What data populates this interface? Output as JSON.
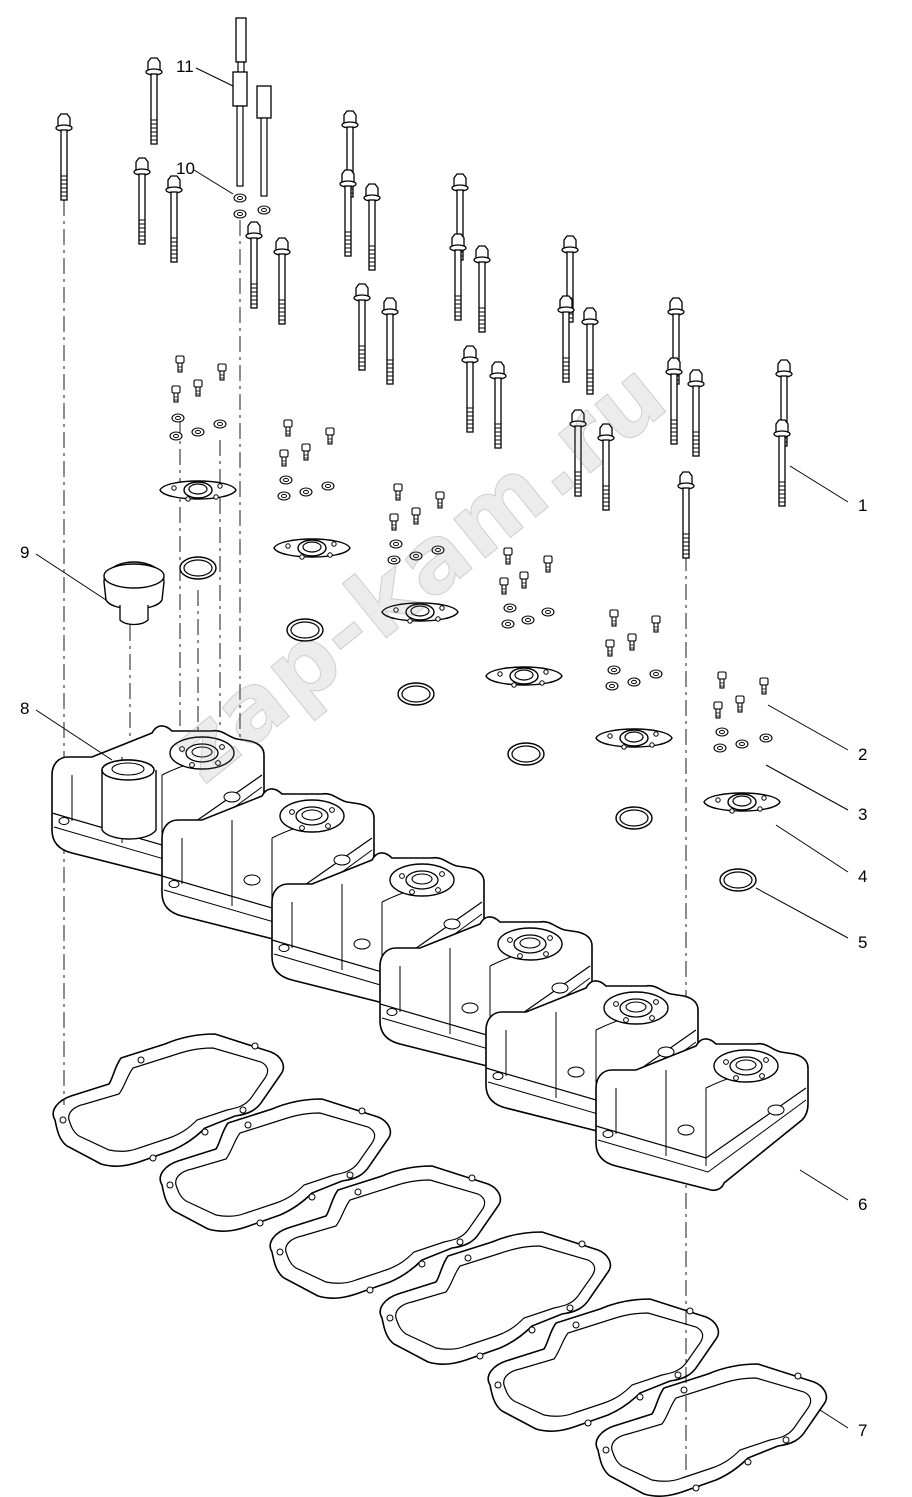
{
  "callouts": {
    "c1": "1",
    "c2": "2",
    "c3": "3",
    "c4": "4",
    "c5": "5",
    "c6": "6",
    "c7": "7",
    "c8": "8",
    "c9": "9",
    "c10": "10",
    "c11": "11"
  },
  "watermark": "zap-kam.ru",
  "colors": {
    "line": "#000000",
    "background": "#ffffff",
    "watermark": "#b0b0b0"
  }
}
